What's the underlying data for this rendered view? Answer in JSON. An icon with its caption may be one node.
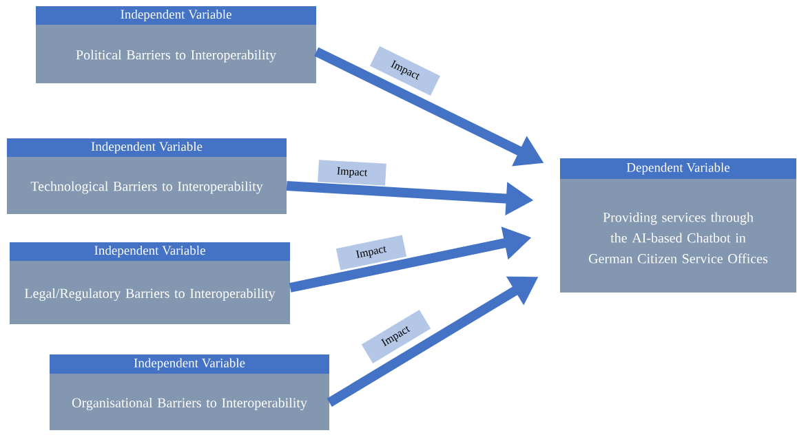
{
  "diagram": {
    "nodes": [
      {
        "text": [
          "Independent Variable",
          "Political Barriers to Interoperability"
        ]
      },
      {
        "text": [
          "Independent Variable",
          "Technological Barriers to Interoperability"
        ]
      },
      {
        "text": [
          "Independent Variable",
          "Legal/Regulatory Barriers to Interoperability"
        ]
      },
      {
        "text": [
          "Independent Variable",
          "Organisational Barriers to Interoperability"
        ]
      },
      {
        "text": [
          "Dependent Variable",
          "Providing services through the AI-based Chatbot in German Citizen Service Offices"
        ]
      }
    ],
    "edges": [
      {
        "from": 0,
        "to": 4,
        "arrow": "to",
        "label": "Impact"
      },
      {
        "from": 1,
        "to": 4,
        "arrow": "to",
        "label": "Impact"
      },
      {
        "from": 2,
        "to": 4,
        "arrow": "to",
        "label": "Impact"
      },
      {
        "from": 3,
        "to": 4,
        "arrow": "to",
        "label": "Impact"
      }
    ]
  }
}
